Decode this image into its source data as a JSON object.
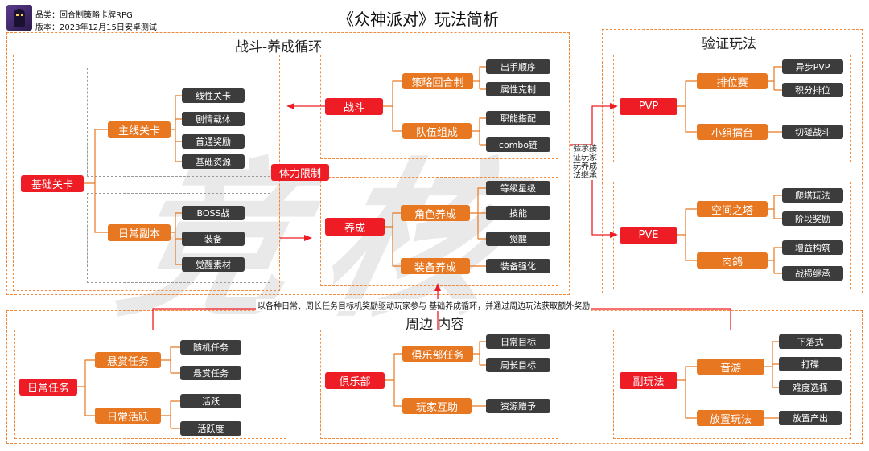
{
  "header": {
    "category": "品类：回合制策略卡牌RPG",
    "version": "版本：2023年12月15日安卓测试",
    "title": "《众神派对》玩法简析"
  },
  "watermark": "竞核",
  "sections": {
    "battle": "战斗-养成循环",
    "verify": "验证玩法",
    "periph": "周边 内容"
  },
  "nodes": {
    "base": "基础关卡",
    "main": "主线关卡",
    "main_items": [
      "线性关卡",
      "剧情载体",
      "首通奖励",
      "基础资源"
    ],
    "daily": "日常副本",
    "daily_items": [
      "BOSS战",
      "装备",
      "觉醒素材"
    ],
    "stamina": "体力限制",
    "battle": "战斗",
    "strategy": "策略回合制",
    "strategy_items": [
      "出手顺序",
      "属性克制"
    ],
    "team": "队伍组成",
    "team_items": [
      "职能搭配",
      "combo链"
    ],
    "grow": "养成",
    "char": "角色养成",
    "char_items": [
      "等级星级",
      "技能",
      "觉醒"
    ],
    "equip": "装备养成",
    "equip_items": [
      "装备强化"
    ],
    "pvp": "PVP",
    "rank": "排位赛",
    "rank_items": [
      "异步PVP",
      "积分排位"
    ],
    "group": "小组擂台",
    "group_items": [
      "切磋战斗"
    ],
    "pve": "PVE",
    "tower": "空间之塔",
    "tower_items": [
      "爬塔玩法",
      "阶段奖励"
    ],
    "rogue": "肉鸽",
    "rogue_items": [
      "增益构筑",
      "战损继承"
    ],
    "verify_label": "验证玩法\n承接玩家养成\n继承",
    "verify_cols": [
      "验证玩法",
      "承接玩家养成继承"
    ],
    "note": "以各种日常、周长任务目标机奖励驱动玩家参与 基础养成循环，并通过周边玩法获取额外奖励",
    "dtask": "日常任务",
    "bounty": "悬赏任务",
    "bounty_items": [
      "随机任务",
      "悬赏任务"
    ],
    "dact": "日常活跃",
    "dact_items": [
      "活跃",
      "活跃度"
    ],
    "club": "俱乐部",
    "clubtask": "俱乐部任务",
    "clubtask_items": [
      "日常目标",
      "周长目标"
    ],
    "interact": "玩家互助",
    "interact_items": [
      "资源赠予"
    ],
    "side": "副玩法",
    "music": "音游",
    "music_items": [
      "下落式",
      "打碟",
      "难度选择"
    ],
    "idle": "放置玩法",
    "idle_items": [
      "放置产出"
    ]
  },
  "colors": {
    "red": "#ee1c25",
    "orange": "#e87722",
    "dark": "#3c3c3c",
    "dashed": "#f08a3c"
  }
}
